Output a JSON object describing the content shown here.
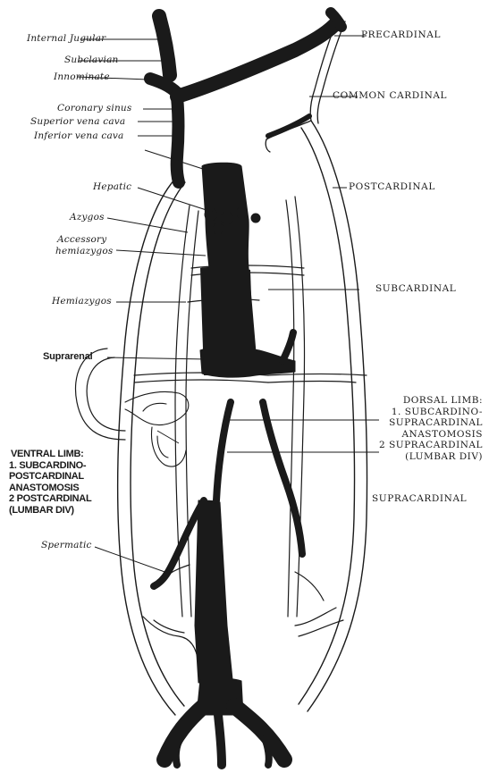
{
  "diagram": {
    "colors": {
      "ink": "#1a1a1a",
      "paper": "#ffffff"
    },
    "left_labels": {
      "internal_jugular": "Internal Jugular",
      "subclavian": "Subclavian",
      "innominate": "Innominate",
      "coronary_sinus": "Coronary sinus",
      "superior_vena_cava": "Superior vena cava",
      "inferior_vena_cava": "Inferior vena cava",
      "hepatic": "Hepatic",
      "azygos": "Azygos",
      "accessory_hemiazygos_line1": "Accessory",
      "accessory_hemiazygos_line2": "hemiazygos",
      "hemiazygos": "Hemiazygos",
      "suprarenal": "Suprarenal",
      "spermatic": "Spermatic"
    },
    "right_labels": {
      "precardinal": "PRECARDINAL",
      "common_cardinal": "COMMON CARDINAL",
      "postcardinal": "POSTCARDINAL",
      "subcardinal": "SUBCARDINAL",
      "supracardinal": "SUPRACARDINAL"
    },
    "dorsal_limb": {
      "title": "DORSAL LIMB:",
      "item1_line1": "1. SUBCARDINO-",
      "item1_line2": "SUPRACARDINAL",
      "item1_line3": "ANASTOMOSIS",
      "item2_line1": "2 SUPRACARDINAL",
      "item2_line2": "(LUMBAR DIV)"
    },
    "ventral_limb": {
      "title": "VENTRAL LIMB:",
      "item1_line1": "1. SUBCARDINO-",
      "item1_line2": "POSTCARDINAL",
      "item1_line3": "ANASTOMOSIS",
      "item2_line1": "2 POSTCARDINAL",
      "item2_line2": "(LUMBAR DIV)"
    }
  }
}
